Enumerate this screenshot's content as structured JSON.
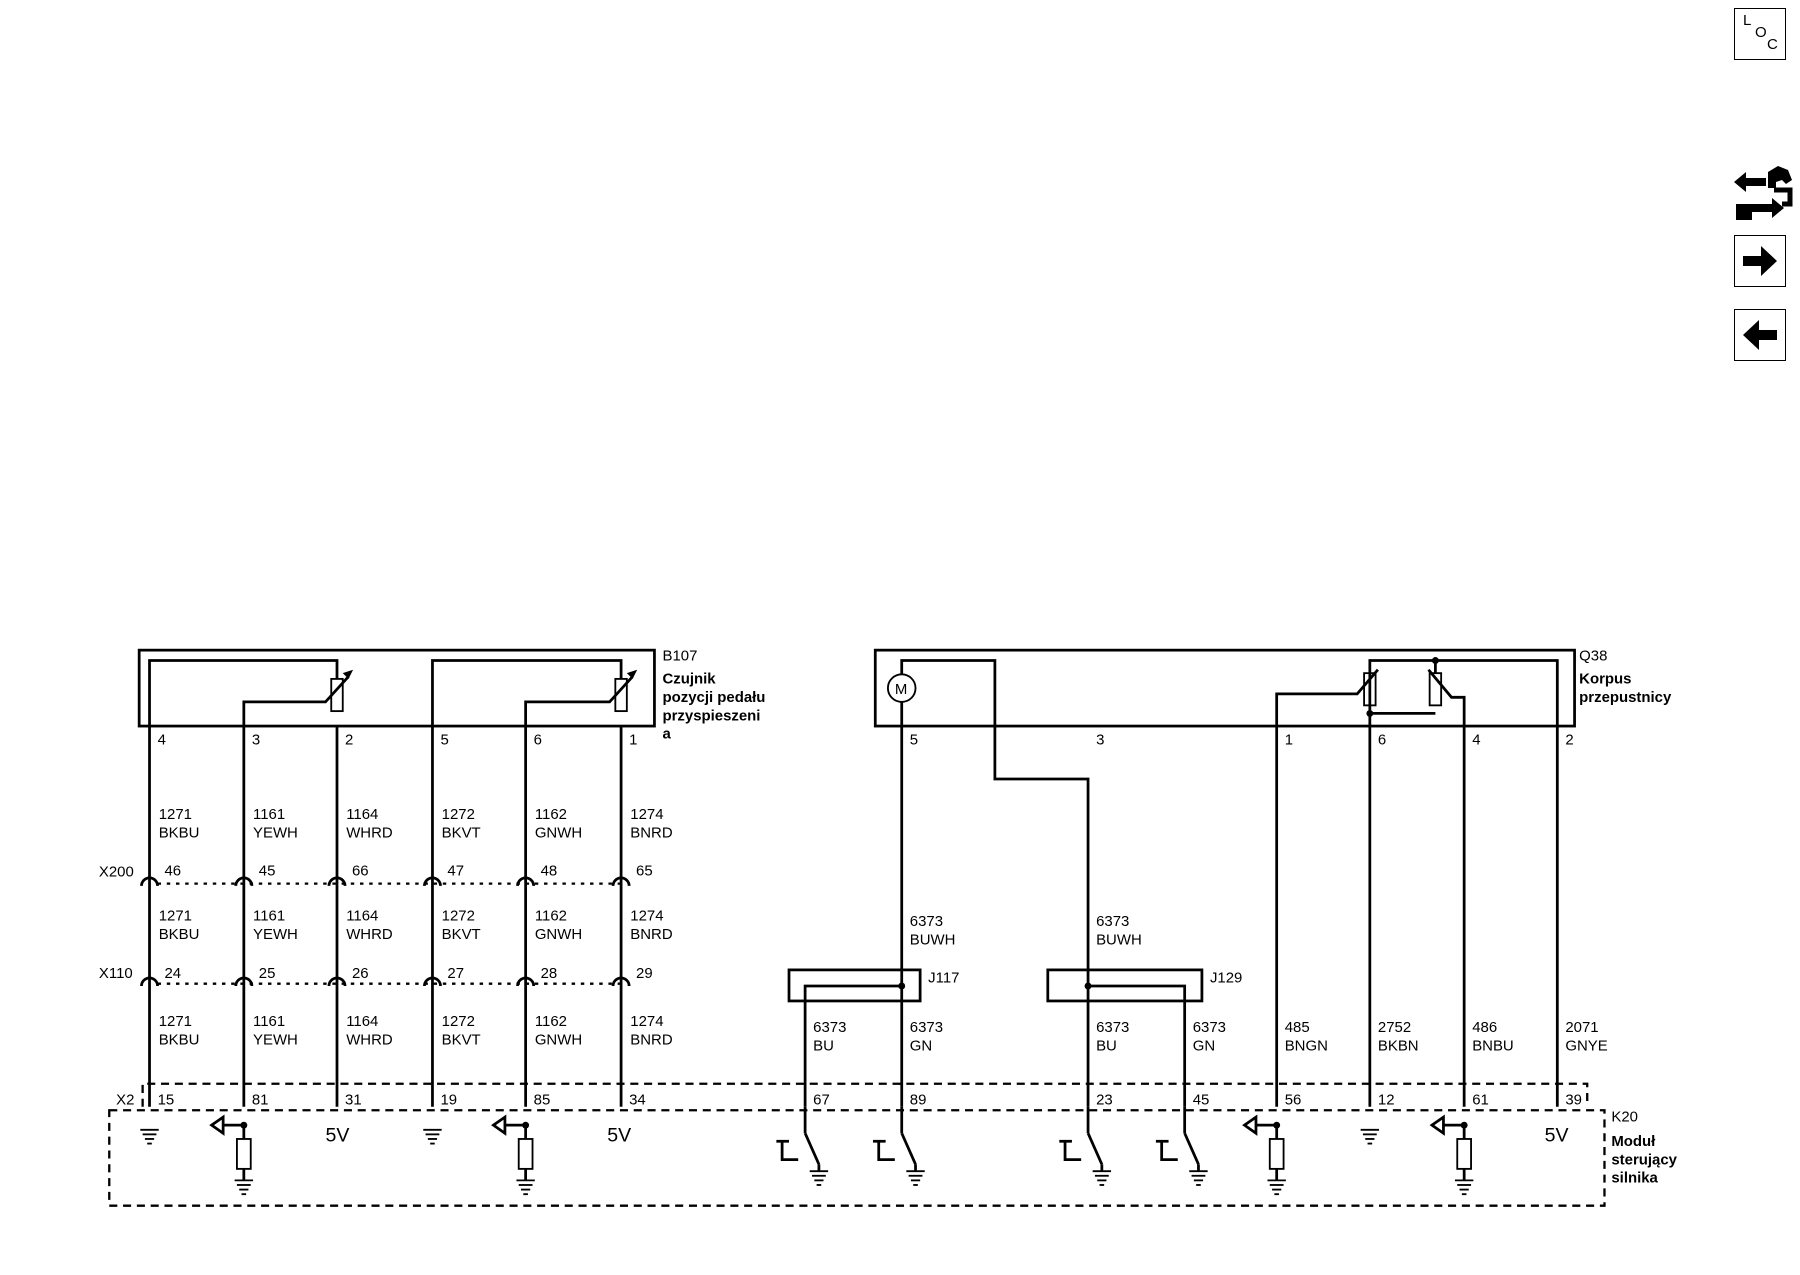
{
  "components": {
    "b107": {
      "id": "B107",
      "name_lines": [
        "Czujnik",
        "pozycji pedału",
        "przyspieszeni",
        "a"
      ],
      "pins": [
        "4",
        "3",
        "2",
        "5",
        "6",
        "1"
      ]
    },
    "q38": {
      "id": "Q38",
      "name_lines": [
        "Korpus",
        "przepustnicy"
      ],
      "pins": [
        "5",
        "3",
        "1",
        "6",
        "4",
        "2"
      ],
      "motor_label": "M"
    },
    "k20": {
      "id": "K20",
      "name_lines": [
        "Moduł",
        "sterujący",
        "silnika"
      ],
      "supply_label": "5V"
    },
    "j117": {
      "id": "J117"
    },
    "j129": {
      "id": "J129"
    }
  },
  "connectors": {
    "x200": {
      "id": "X200",
      "pins": [
        "46",
        "45",
        "66",
        "47",
        "48",
        "65"
      ]
    },
    "x110": {
      "id": "X110",
      "pins": [
        "24",
        "25",
        "26",
        "27",
        "28",
        "29"
      ]
    },
    "x2": {
      "id": "X2",
      "pins": [
        "15",
        "81",
        "31",
        "19",
        "85",
        "34",
        "67",
        "89",
        "23",
        "45",
        "56",
        "12",
        "61",
        "39"
      ]
    }
  },
  "wires_b107": [
    {
      "num": "1271",
      "color": "BKBU"
    },
    {
      "num": "1161",
      "color": "YEWH"
    },
    {
      "num": "1164",
      "color": "WHRD"
    },
    {
      "num": "1272",
      "color": "BKVT"
    },
    {
      "num": "1162",
      "color": "GNWH"
    },
    {
      "num": "1274",
      "color": "BNRD"
    }
  ],
  "wires_q38_upper": [
    {
      "num": "6373",
      "color": "BUWH"
    },
    {
      "num": "6373",
      "color": "BUWH"
    }
  ],
  "wires_q38_lower": [
    {
      "num": "6373",
      "color": "BU"
    },
    {
      "num": "6373",
      "color": "GN"
    },
    {
      "num": "6373",
      "color": "BU"
    },
    {
      "num": "6373",
      "color": "GN"
    },
    {
      "num": "485",
      "color": "BNGN"
    },
    {
      "num": "2752",
      "color": "BKBN"
    },
    {
      "num": "486",
      "color": "BNBU"
    },
    {
      "num": "2071",
      "color": "GNYE"
    }
  ],
  "nav": {
    "loc_label": [
      "L",
      "O",
      "C"
    ],
    "icons": [
      "connector-view-icon",
      "next-page-icon",
      "previous-page-icon"
    ]
  }
}
